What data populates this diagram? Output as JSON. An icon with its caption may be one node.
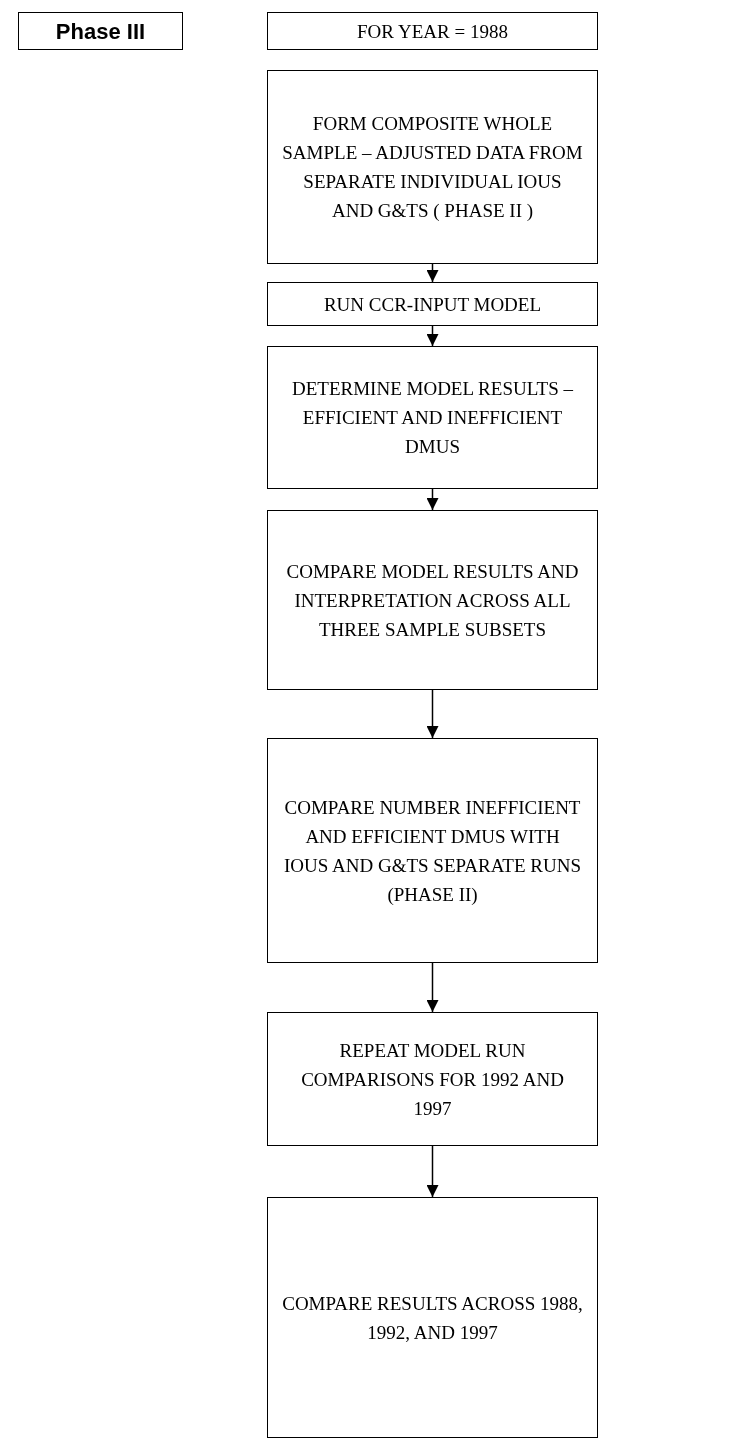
{
  "diagram": {
    "nodes": [
      {
        "text": [
          "Phase III"
        ]
      },
      {
        "text": [
          "FOR YEAR = 1988"
        ]
      },
      {
        "text": [
          "FORM COMPOSITE WHOLE SAMPLE – ADJUSTED DATA FROM SEPARATE INDIVIDUAL IOUS AND G&TS ( PHASE II )"
        ]
      },
      {
        "text": [
          "RUN CCR-INPUT MODEL"
        ]
      },
      {
        "text": [
          "DETERMINE MODEL RESULTS – EFFICIENT AND INEFFICIENT DMUS"
        ]
      },
      {
        "text": [
          "COMPARE MODEL RESULTS AND INTERPRETATION ACROSS ALL THREE SAMPLE SUBSETS"
        ]
      },
      {
        "text": [
          "COMPARE NUMBER INEFFICIENT AND EFFICIENT DMUS WITH IOUS AND G&TS SEPARATE RUNS (PHASE II)"
        ]
      },
      {
        "text": [
          "REPEAT MODEL RUN COMPARISONS FOR 1992 AND 1997"
        ]
      },
      {
        "text": [
          "COMPARE RESULTS ACROSS 1988, 1992, AND 1997"
        ]
      }
    ],
    "edges": [
      {
        "from": 2,
        "to": 3,
        "arrow": "to"
      },
      {
        "from": 3,
        "to": 4,
        "arrow": "to"
      },
      {
        "from": 4,
        "to": 5,
        "arrow": "to"
      },
      {
        "from": 5,
        "to": 6,
        "arrow": "to"
      },
      {
        "from": 6,
        "to": 7,
        "arrow": "to"
      },
      {
        "from": 7,
        "to": 8,
        "arrow": "to"
      }
    ]
  }
}
